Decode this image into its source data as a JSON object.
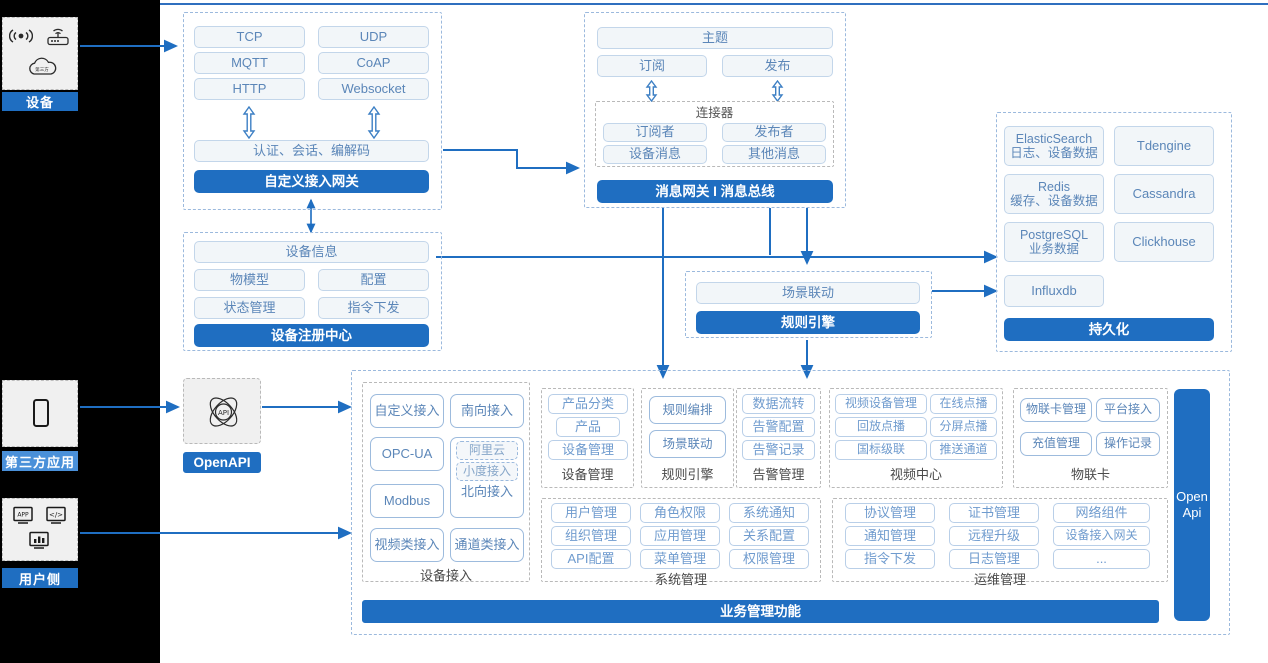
{
  "left_rail": {
    "device": {
      "label": "设备",
      "icons": [
        "signal-waves-icon",
        "router-icon",
        "cloud-icon"
      ]
    },
    "third_party": {
      "label": "第三方应用",
      "icons": [
        "mobile-phone-icon"
      ]
    },
    "user_side": {
      "label": "用户侧",
      "icons": [
        "app-monitor-icon",
        "code-monitor-icon",
        "chart-monitor-icon"
      ]
    }
  },
  "access_gateway": {
    "protocols": [
      "TCP",
      "UDP",
      "MQTT",
      "CoAP",
      "HTTP",
      "Websocket"
    ],
    "middle": "认证、会话、编解码",
    "footer": "自定义接入网关"
  },
  "message_bus": {
    "topic": "主题",
    "subscribe": "订阅",
    "publish": "发布",
    "connector_title": "连接器",
    "connector_items": [
      "订阅者",
      "发布者",
      "设备消息",
      "其他消息"
    ],
    "footer": "消息网关 I 消息总线"
  },
  "device_registry": {
    "header": "设备信息",
    "items": [
      "物模型",
      "配置",
      "状态管理",
      "指令下发"
    ],
    "footer": "设备注册中心"
  },
  "rule_engine": {
    "item": "场景联动",
    "footer": "规则引擎"
  },
  "persistence": {
    "left_items": [
      {
        "name": "ElasticSearch",
        "sub": "日志、设备数据"
      },
      {
        "name": "Redis",
        "sub": "缓存、设备数据"
      },
      {
        "name": "PostgreSQL",
        "sub": "业务数据"
      },
      {
        "name": "Influxdb",
        "sub": ""
      }
    ],
    "right_items": [
      "Tdengine",
      "Cassandra",
      "Clickhouse"
    ],
    "footer": "持久化"
  },
  "openapi_node": {
    "label": "OpenAPI",
    "icon": "api-atom-icon"
  },
  "business": {
    "footer": "业务管理功能",
    "openapi_bar": {
      "line1": "Open",
      "line2": "Api"
    },
    "device_access": {
      "caption": "设备接入",
      "left": [
        "自定义接入",
        "OPC-UA",
        "Modbus",
        "视频类接入"
      ],
      "right_top": "南向接入",
      "north": {
        "nested": [
          "阿里云",
          "小度接入"
        ],
        "label": "北向接入"
      },
      "right_bottom": "通道类接入"
    },
    "device_mgmt": {
      "caption": "设备管理",
      "items": [
        "产品分类",
        "产品",
        "设备管理"
      ]
    },
    "rule_engine_col": {
      "caption": "规则引擎",
      "items": [
        "规则编排",
        "场景联动"
      ]
    },
    "alarm_mgmt": {
      "caption": "告警管理",
      "items": [
        "数据流转",
        "告警配置",
        "告警记录"
      ]
    },
    "video_center": {
      "caption": "视频中心",
      "items": [
        "视频设备管理",
        "在线点播",
        "回放点播",
        "分屏点播",
        "国标级联",
        "推送通道"
      ]
    },
    "iot_card": {
      "caption": "物联卡",
      "items": [
        "物联卡管理",
        "平台接入",
        "充值管理",
        "操作记录"
      ]
    },
    "system_mgmt": {
      "caption": "系统管理",
      "items": [
        "用户管理",
        "角色权限",
        "系统通知",
        "组织管理",
        "应用管理",
        "关系配置",
        "API配置",
        "菜单管理",
        "权限管理"
      ]
    },
    "ops_mgmt": {
      "caption": "运维管理",
      "items": [
        "协议管理",
        "证书管理",
        "网络组件",
        "通知管理",
        "远程升级",
        "设备接入网关",
        "指令下发",
        "日志管理",
        "..."
      ]
    }
  },
  "colors": {
    "brand_blue": "#1f6ec1",
    "light_blue": "#4a90d9",
    "pill_bg": "#f2f6f9",
    "pill_border": "#c3d6ea",
    "pill_text": "#5b86b8",
    "dash_border": "#9bb9dd",
    "canvas_bg": "#ffffff",
    "rail_bg": "#000000"
  }
}
